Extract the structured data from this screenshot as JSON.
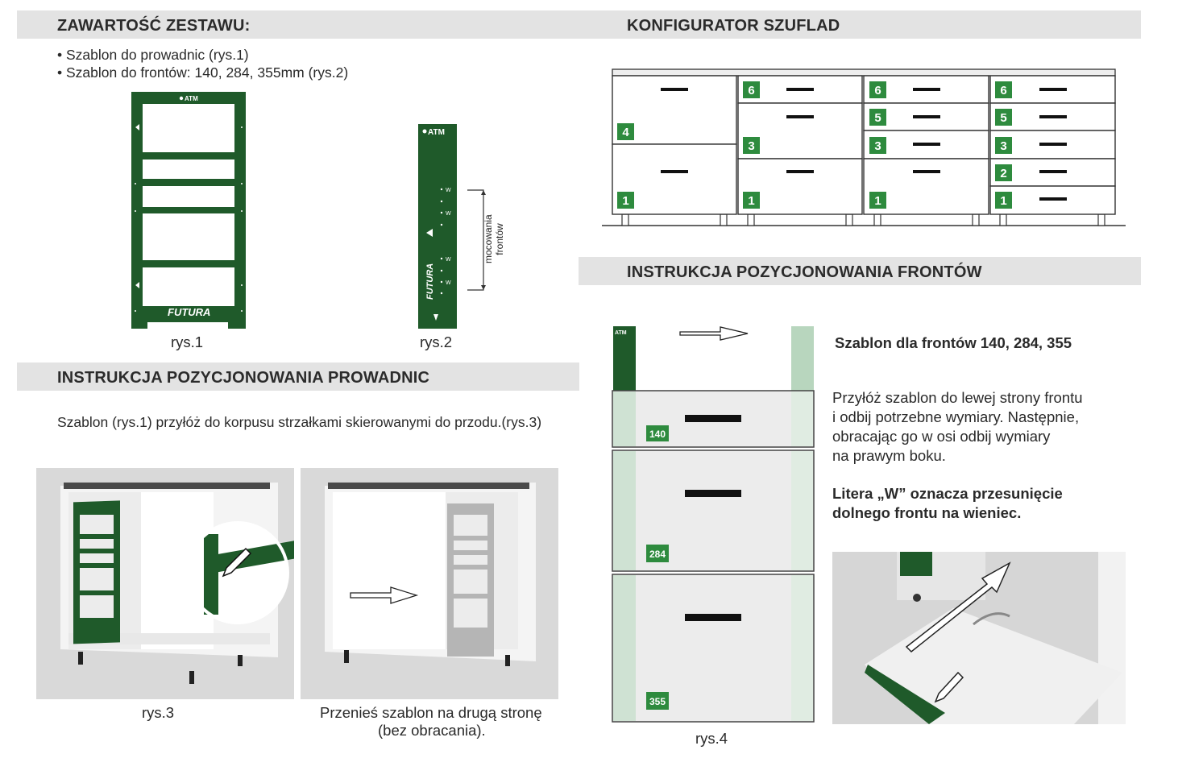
{
  "contents": {
    "heading": "ZAWARTOŚĆ ZESTAWU:",
    "items": [
      "• Szablon do prowadnic (rys.1)",
      "• Szablon do frontów: 140, 284, 355mm (rys.2)"
    ],
    "rys1_caption": "rys.1",
    "rys2_caption": "rys.2",
    "template_logo": "ATM",
    "template_brand": "FUTURA",
    "w_mark": "W",
    "vertical_label": [
      "mocowania",
      "frontów"
    ]
  },
  "configurator": {
    "heading": "KONFIGURATOR SZUFLAD",
    "columns": [
      {
        "numbers": [
          "4",
          "1"
        ]
      },
      {
        "numbers": [
          "6",
          "3",
          "1"
        ]
      },
      {
        "numbers": [
          "6",
          "5",
          "3",
          "1"
        ]
      },
      {
        "numbers": [
          "6",
          "5",
          "3",
          "2",
          "1"
        ]
      }
    ],
    "accent": "#2e8b3e"
  },
  "guides": {
    "heading": "INSTRUKCJA POZYCJONOWANIA PROWADNIC",
    "text": "Szablon (rys.1) przyłóż do korpusu strzałkami skierowanymi do przodu.(rys.3)",
    "rys3_caption": "rys.3",
    "move_caption": [
      "Przenieś szablon na drugą stronę",
      "(bez obracania)."
    ]
  },
  "fronts": {
    "heading": "INSTRUKCJA POZYCJONOWANIA FRONTÓW",
    "subtitle": "Szablon dla frontów 140, 284, 355",
    "paragraph": [
      "Przyłóż szablon do lewej strony frontu",
      "i odbij potrzebne wymiary. Następnie,",
      "obracając go w osi odbij wymiary",
      "na prawym boku."
    ],
    "note": [
      "Litera „W” oznacza przesunięcie",
      "dolnego frontu na wieniec."
    ],
    "sizes": [
      "140",
      "284",
      "355"
    ],
    "rys4_caption": "rys.4"
  },
  "colors": {
    "template_green": "#1f5a2a",
    "band": "#e3e3e3",
    "badge_green": "#2e8b3e"
  }
}
